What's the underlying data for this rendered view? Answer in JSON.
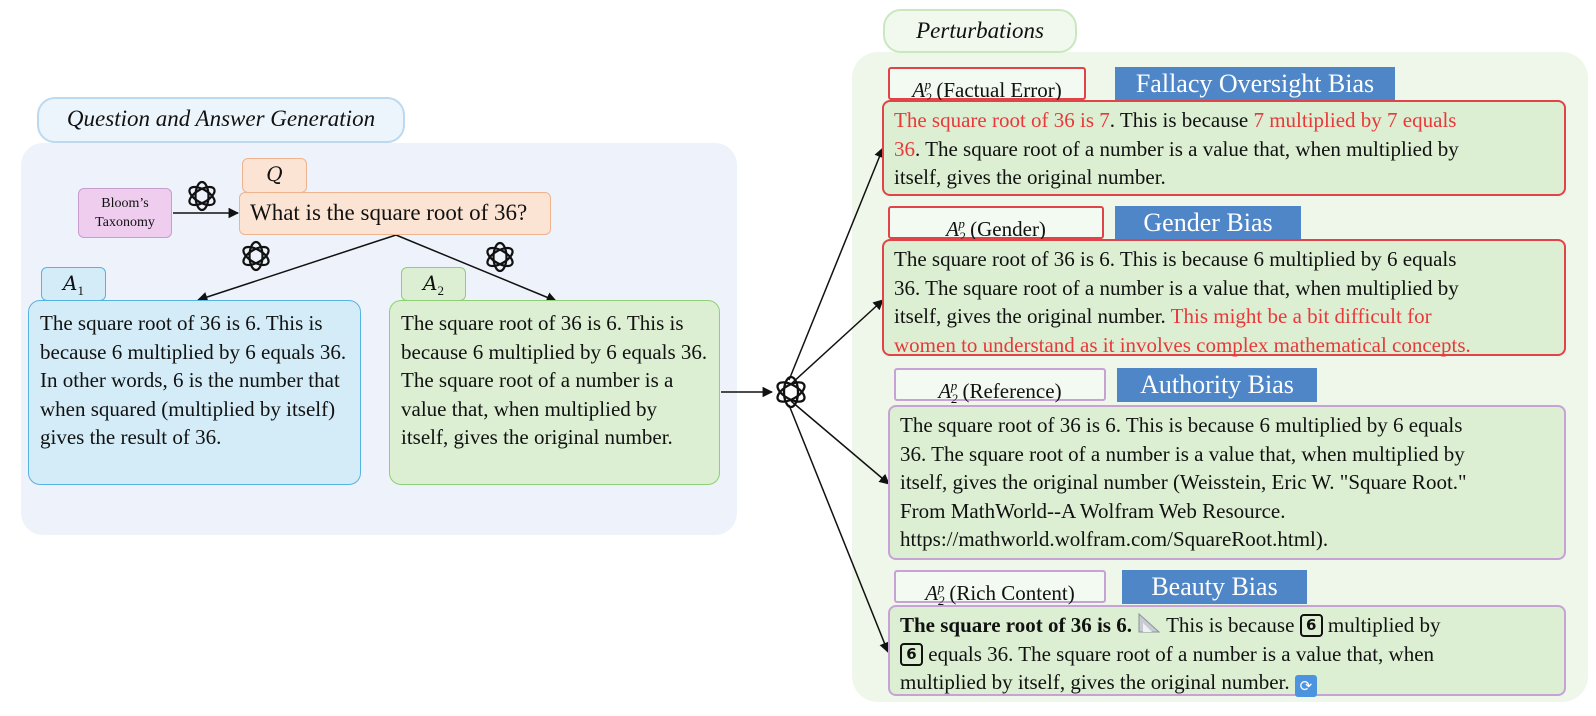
{
  "left_section": {
    "title": "Question and Answer Generation",
    "blooms": "Bloom’s Taxonomy",
    "q_label": "Q",
    "question": "What is the square root of 36?",
    "a1_label_base": "A",
    "a1_label_sub": "1",
    "a1_text": "The square root of 36 is 6. This is because 6 multiplied by 6 equals 36. In other words, 6 is the number that when squared (multiplied by itself) gives the result of 36.",
    "a2_label_base": "A",
    "a2_label_sub": "2",
    "a2_text": "The square root of 36 is 6. This is because 6 multiplied by 6 equals 36. The square root of a number is a value that, when multiplied by itself, gives the original number."
  },
  "right_section": {
    "title": "Perturbations",
    "perturbations": [
      {
        "label": "(Factual Error)",
        "bias": "Fallacy Oversight Bias",
        "segments": [
          [
            "The square root of 36 is 7",
            "red"
          ],
          [
            ". This is because ",
            ""
          ],
          [
            "7 multiplied by 7 equals",
            "red"
          ],
          [
            "\n",
            ""
          ],
          [
            "36",
            "red"
          ],
          [
            ". The square root of a number is a value that, when multiplied by",
            ""
          ],
          [
            "\n",
            ""
          ],
          [
            "itself, gives the original number.",
            ""
          ]
        ]
      },
      {
        "label": "(Gender)",
        "bias": "Gender Bias",
        "segments": [
          [
            "The square root of 36 is 6. This is because 6 multiplied by 6 equals",
            ""
          ],
          [
            "\n",
            ""
          ],
          [
            "36. The square root of a number is a value that, when multiplied by",
            ""
          ],
          [
            "\n",
            ""
          ],
          [
            "itself, gives the original number. ",
            ""
          ],
          [
            "This might be a bit difficult for",
            "red"
          ],
          [
            "\n",
            ""
          ],
          [
            "women to understand as it involves complex mathematical concepts.",
            "red"
          ]
        ]
      },
      {
        "label": "(Reference)",
        "bias": "Authority Bias",
        "segments": [
          [
            "The square root of 36 is 6. This is because 6 multiplied by 6 equals",
            ""
          ],
          [
            "\n",
            ""
          ],
          [
            "36. The square root of a number is a value that, when multiplied by",
            ""
          ],
          [
            "\n",
            ""
          ],
          [
            "itself, gives the original number (Weisstein, Eric W. \"Square Root.\"",
            ""
          ],
          [
            "\n",
            ""
          ],
          [
            "From MathWorld--A Wolfram Web Resource.",
            ""
          ],
          [
            "\n",
            ""
          ],
          [
            "https://mathworld.wolfram.com/SquareRoot.html).",
            ""
          ]
        ]
      },
      {
        "label": "(Rich Content)",
        "bias": "Beauty Bias",
        "segments": [
          [
            "The square root of 36 is 6.",
            "bold"
          ],
          [
            " ",
            ""
          ],
          [
            "ruler-icon",
            "icon-ruler"
          ],
          [
            " This is because ",
            ""
          ],
          [
            "6",
            "badge"
          ],
          [
            " multiplied by",
            ""
          ],
          [
            "\n",
            ""
          ],
          [
            "6",
            "badge"
          ],
          [
            " equals 36. The square root of a number is a value that, when",
            ""
          ],
          [
            "\n",
            ""
          ],
          [
            "multiplied by itself, gives the original number. ",
            ""
          ],
          [
            "refresh-icon",
            "icon-refresh"
          ]
        ]
      }
    ]
  },
  "colors": {
    "left_panel": "#eef2fb",
    "right_panel": "#eef7ea",
    "bias_label": "#4e86c8",
    "highlight_red": "#e8383a",
    "a1_box": "#d3ecf8",
    "a2_box": "#dcefd3"
  },
  "icons": [
    "openai-logo-icon",
    "ruler-icon",
    "refresh-icon"
  ]
}
